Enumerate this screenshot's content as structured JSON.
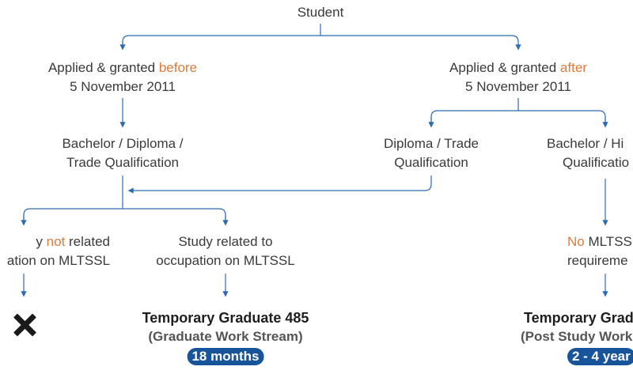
{
  "root": {
    "label": "Student"
  },
  "before_branch": {
    "line1_prefix": "Applied & granted ",
    "line1_highlight": "before",
    "line2": "5 November 2011",
    "qualification_line1": "Bachelor / Diploma /",
    "qualification_line2": "Trade Qualification"
  },
  "after_branch": {
    "line1_prefix": "Applied & granted ",
    "line1_highlight": "after",
    "line2": "5 November 2011",
    "diploma_line1": "Diploma / Trade",
    "diploma_line2": "Qualification",
    "bachelor_line1": "Bachelor / Hi",
    "bachelor_line2": "Qualificatio"
  },
  "not_related": {
    "line1_prefix": "y ",
    "line1_highlight": "not",
    "line1_suffix": " related",
    "line2": "ation on MLTSSL"
  },
  "related": {
    "line1": "Study related to",
    "line2": "occupation on MLTSSL"
  },
  "no_mltssl": {
    "line1_highlight": "No",
    "line1_suffix": " MLTSS",
    "line2": "requireme"
  },
  "outcome_485": {
    "title": "Temporary Graduate 485",
    "subtitle": "(Graduate Work Stream)",
    "duration": "18 months"
  },
  "outcome_post_study": {
    "title": "Temporary Gradu",
    "subtitle": "(Post Study Work",
    "duration": "2 - 4 year"
  },
  "rejected": {
    "icon": "cross-icon"
  },
  "colors": {
    "connector": "#2e6bb0",
    "highlight": "#e07a3a",
    "pill": "#17549a"
  }
}
